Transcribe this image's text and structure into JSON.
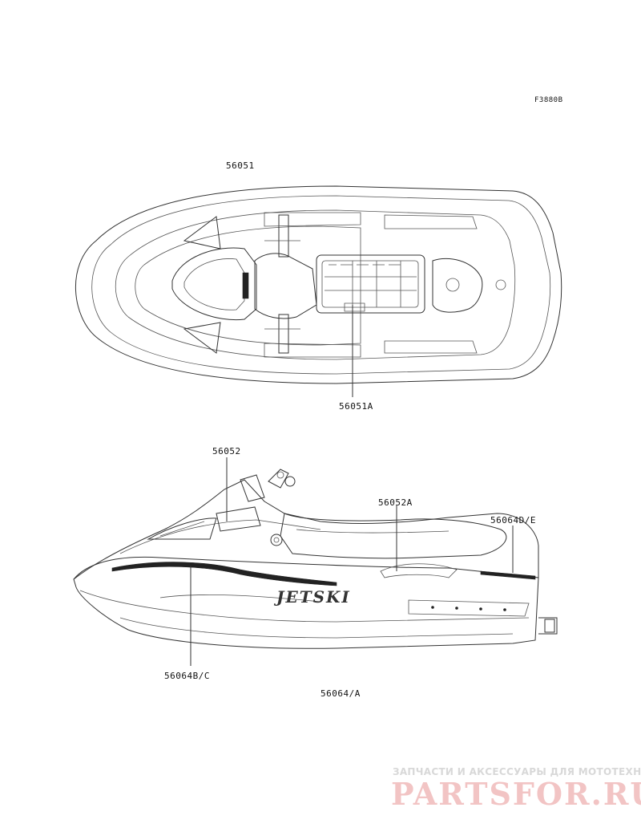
{
  "figure_code": "F3880B",
  "labels": {
    "top_deck": "56051",
    "top_storage": "56051A",
    "side_upper": "56052",
    "side_seat": "56052A",
    "side_rear": "56064D/E",
    "side_lower": "56064B/C",
    "side_bottom": "56064/A"
  },
  "decal_text": {
    "jet_ski": "JETSKI"
  },
  "watermark": {
    "tagline": "ЗАПЧАСТИ И АКСЕССУАРЫ ДЛЯ МОТОТЕХНИКИ",
    "logo": "PARTSFOR.RU"
  }
}
